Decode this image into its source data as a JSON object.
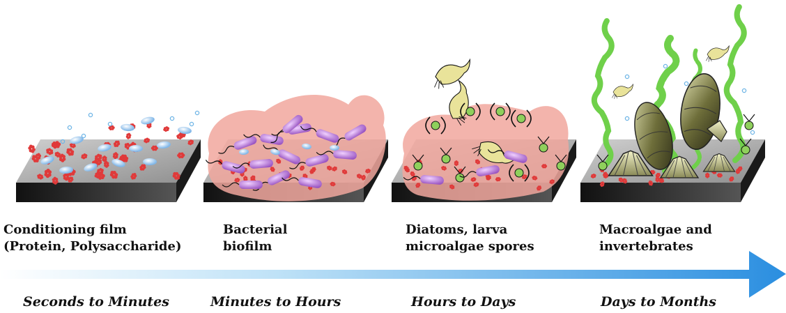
{
  "stages": [
    {
      "label": "Conditioning film\n(Protein, Polysaccharide)",
      "time": "Seconds to Minutes"
    },
    {
      "label": "Bacterial\nbiofilm",
      "time": "Minutes to Hours"
    },
    {
      "label": "Diatoms, larva\nmicroalgae spores",
      "time": "Hours to Days"
    },
    {
      "label": "Macroalgae and\ninvertebrates",
      "time": "Days to Months"
    }
  ],
  "colors": {
    "slab_top": "#a9a9a9",
    "slab_side": "#1a1a1a",
    "protein": "#e03a3a",
    "polysaccharide": "#9cc7ef",
    "bacteria": "#b37ad3",
    "biofilm": "#f1a79d",
    "diatom": "#e9e39a",
    "spore": "#8fd05c",
    "macroalgae": "#6fd04a",
    "invertebrate": "#8a8a4a",
    "arrow_start": "#ffffff",
    "arrow_end": "#2a8ee0"
  }
}
